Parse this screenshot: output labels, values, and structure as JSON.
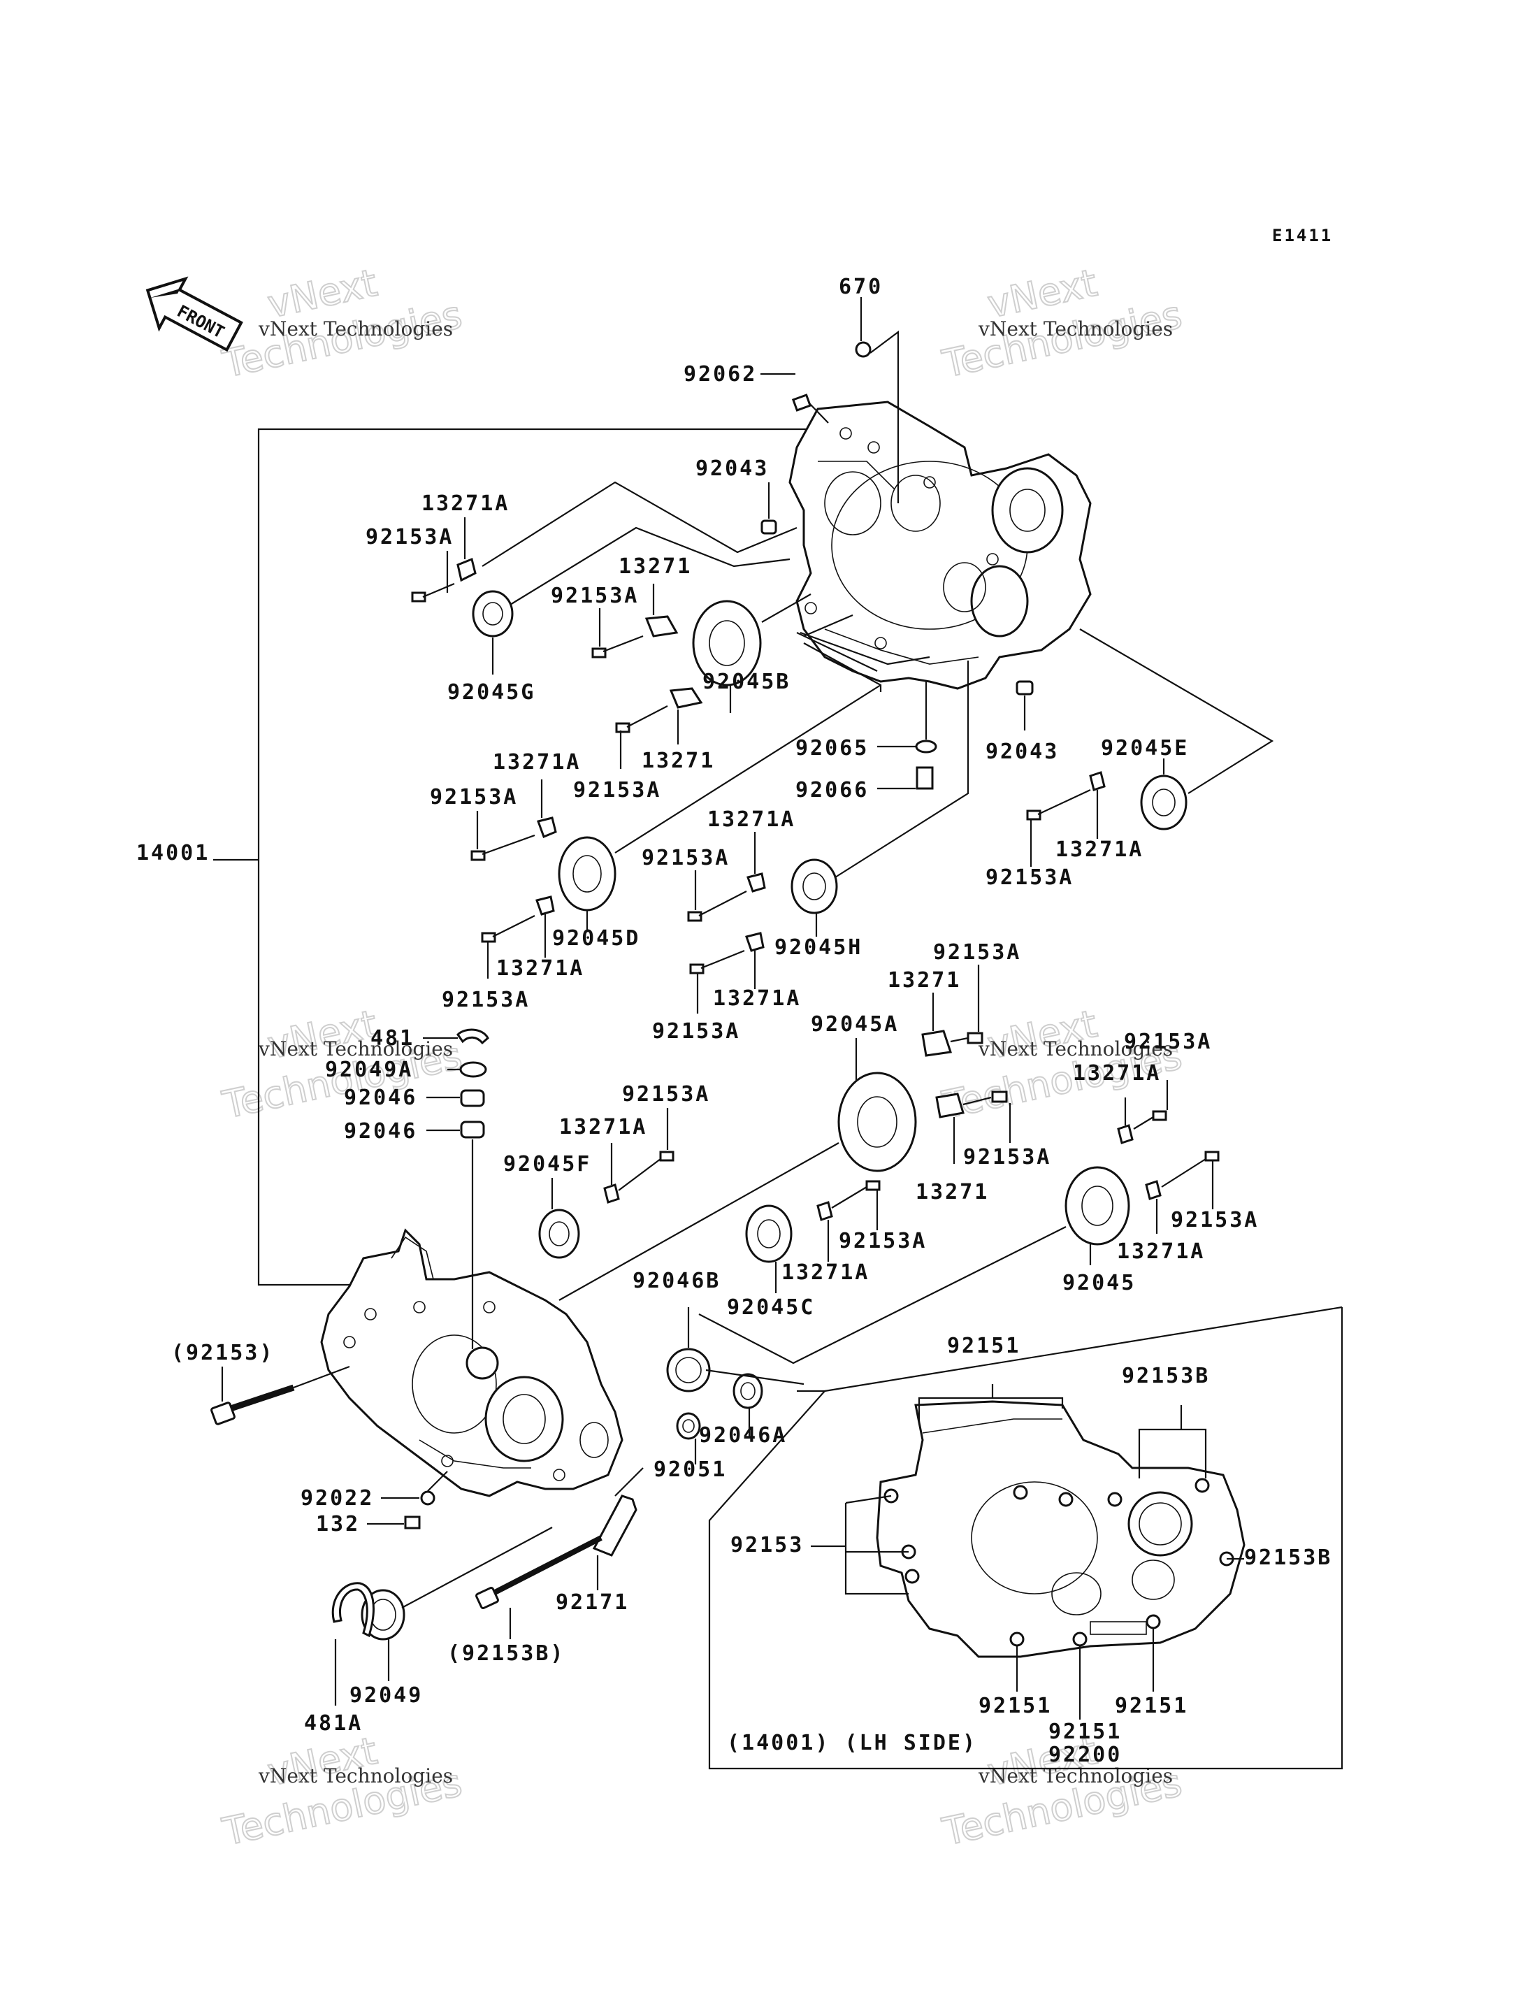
{
  "diagram_code": "E1411",
  "front_label": "FRONT",
  "watermark": {
    "big_line1": "vNext",
    "big_line2": "Technologies",
    "small": "vNext Technologies"
  },
  "inset_caption": "(14001) (LH SIDE)",
  "labels": {
    "p670": "670",
    "p92062": "92062",
    "p92043a": "92043",
    "p13271Aa": "13271A",
    "p92153Aa": "92153A",
    "p13271a": "13271",
    "p92153Ab": "92153A",
    "p92045G": "92045G",
    "p92045B": "92045B",
    "p92065": "92065",
    "p92043b": "92043",
    "p92045E": "92045E",
    "p13271b": "13271",
    "p92153Ac": "92153A",
    "p13271Ab": "13271A",
    "p92066": "92066",
    "p92153Ad": "92153A",
    "p14001": "14001",
    "p13271Ac": "13271A",
    "p92153Ae": "92153A",
    "p13271Ad": "13271A",
    "p92153Af": "92153A",
    "p92045D": "92045D",
    "p92045H": "92045H",
    "p13271Ae": "13271A",
    "p92153Ag": "92153A",
    "p13271Af": "13271A",
    "p92153Ah": "92153A",
    "p92153Ai": "92153A",
    "p13271c": "13271",
    "p92045A": "92045A",
    "p481": "481",
    "p92049A": "92049A",
    "p92046a": "92046",
    "p92046b": "92046",
    "p92153Aj": "92153A",
    "p13271Ag": "13271A",
    "p92153Ak": "92153A",
    "p13271d": "13271",
    "p92153Al": "92153A",
    "p13271Ah": "13271A",
    "p92045F": "92045F",
    "p92153Am": "92153A",
    "p13271Ai": "13271A",
    "p92045C": "92045C",
    "p92045": "92045",
    "p92046B": "92046B",
    "p92153a": "(92153)",
    "p92046A": "92046A",
    "p92051": "92051",
    "p92022": "92022",
    "p132": "132",
    "p92171": "92171",
    "p92153B": "(92153B)",
    "p92049": "92049",
    "p481A": "481A",
    "p92151a": "92151",
    "p92153Ba": "92153B",
    "p92153b": "92153",
    "p92153Bb": "92153B",
    "p92151b": "92151",
    "p92151c": "92151",
    "p92151d": "92151",
    "p92200": "92200",
    "p13271Aj": "13271A"
  }
}
